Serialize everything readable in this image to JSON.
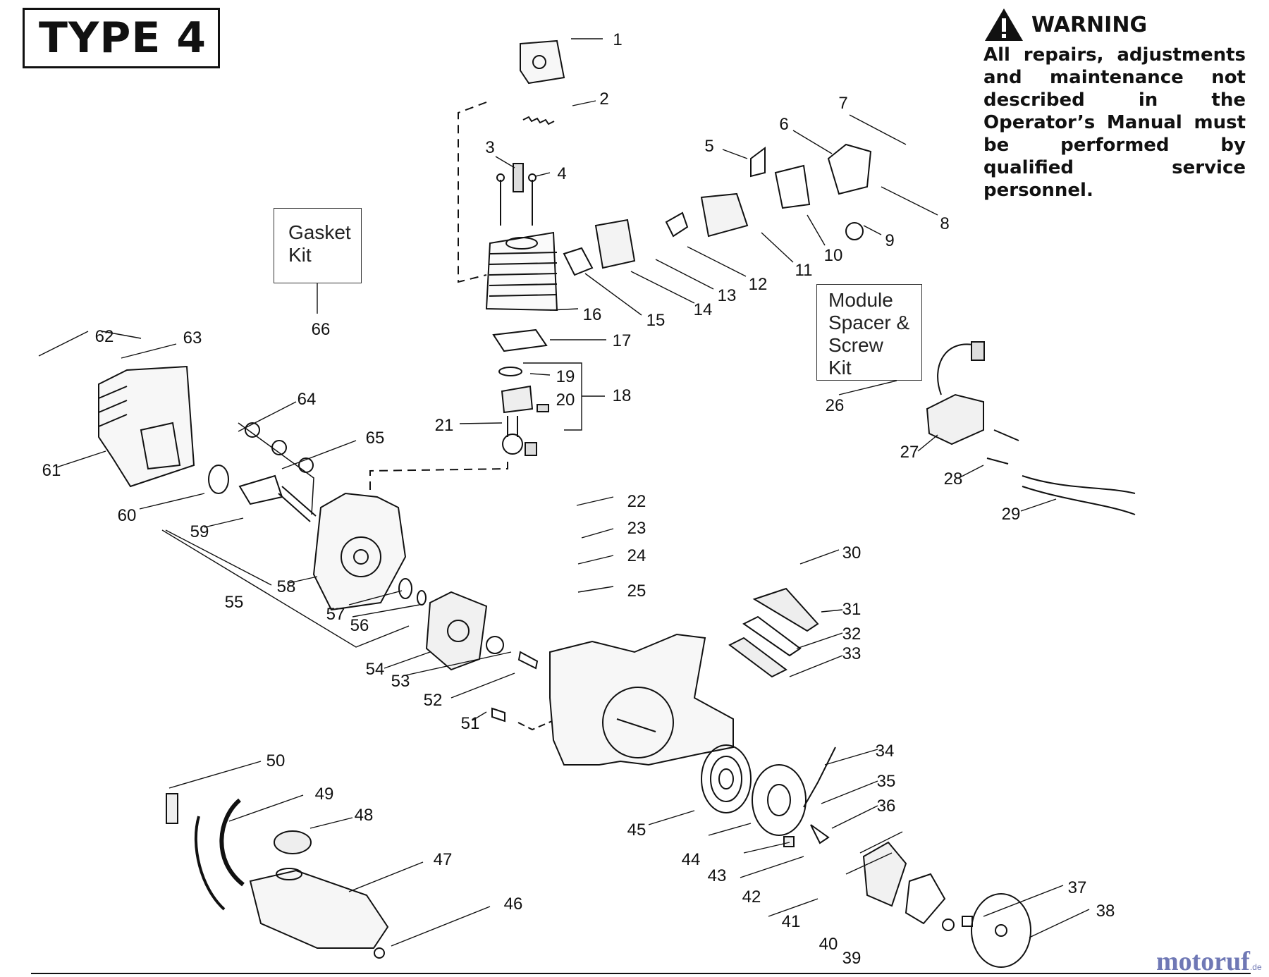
{
  "header": {
    "type_label": "TYPE 4"
  },
  "warning": {
    "title": "WARNING",
    "text": "All repairs, adjustments and maintenance not described in the Operator’s Manual must be performed by qualified service personnel."
  },
  "boxes": {
    "gasket_kit": [
      "Gasket",
      "Kit"
    ],
    "module_kit": [
      "Module",
      "Spacer &",
      "Screw",
      "Kit"
    ]
  },
  "callouts": [
    "1",
    "2",
    "3",
    "4",
    "5",
    "6",
    "7",
    "8",
    "9",
    "10",
    "11",
    "12",
    "13",
    "14",
    "15",
    "16",
    "17",
    "18",
    "19",
    "20",
    "21",
    "22",
    "23",
    "24",
    "25",
    "26",
    "27",
    "28",
    "29",
    "30",
    "31",
    "32",
    "33",
    "34",
    "35",
    "36",
    "37",
    "38",
    "39",
    "40",
    "41",
    "42",
    "43",
    "44",
    "45",
    "46",
    "47",
    "48",
    "49",
    "50",
    "51",
    "52",
    "53",
    "54",
    "55",
    "56",
    "57",
    "58",
    "59",
    "60",
    "61",
    "62",
    "63",
    "64",
    "65",
    "66"
  ],
  "brand": {
    "name": "motoruf",
    "suffix": ".de"
  }
}
